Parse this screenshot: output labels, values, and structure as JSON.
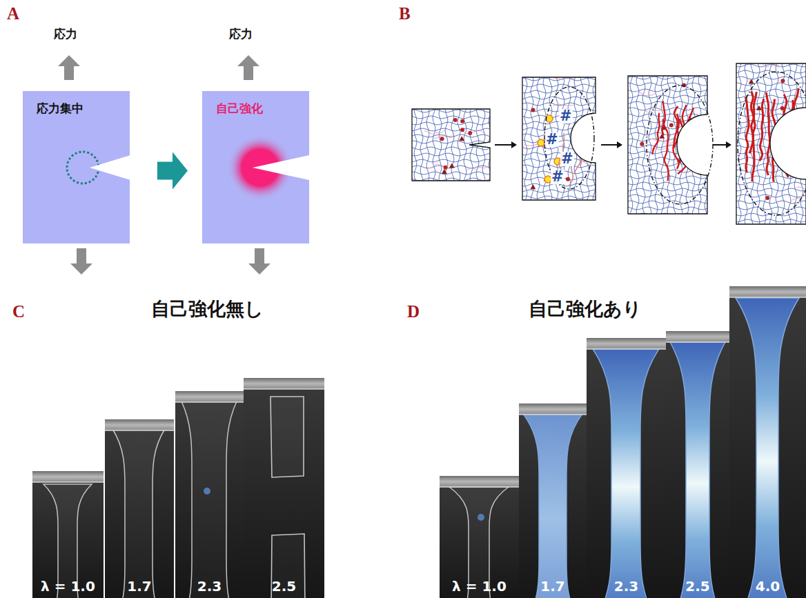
{
  "diagram": {
    "nodes": [
      {
        "text": [
          "応力集中"
        ]
      },
      {
        "text": [
          "自己強化"
        ]
      },
      {
        "text": [
          "λ = 1.0"
        ]
      },
      {
        "text": [
          "1.7"
        ]
      },
      {
        "text": [
          "2.3"
        ]
      },
      {
        "text": [
          "2.5"
        ]
      },
      {
        "text": [
          "λ = 1.0"
        ]
      },
      {
        "text": [
          "1.7"
        ]
      },
      {
        "text": [
          "2.3"
        ]
      },
      {
        "text": [
          "2.5"
        ]
      },
      {
        "text": [
          "4.0"
        ]
      }
    ],
    "edges": [
      {
        "from": 0,
        "to": 1,
        "arrow": "to"
      }
    ],
    "labels": [
      "A",
      "応力",
      "応力",
      "B",
      "#",
      "#",
      "#",
      "#",
      "C",
      "自己強化無し",
      "D",
      "自己強化あり"
    ]
  }
}
